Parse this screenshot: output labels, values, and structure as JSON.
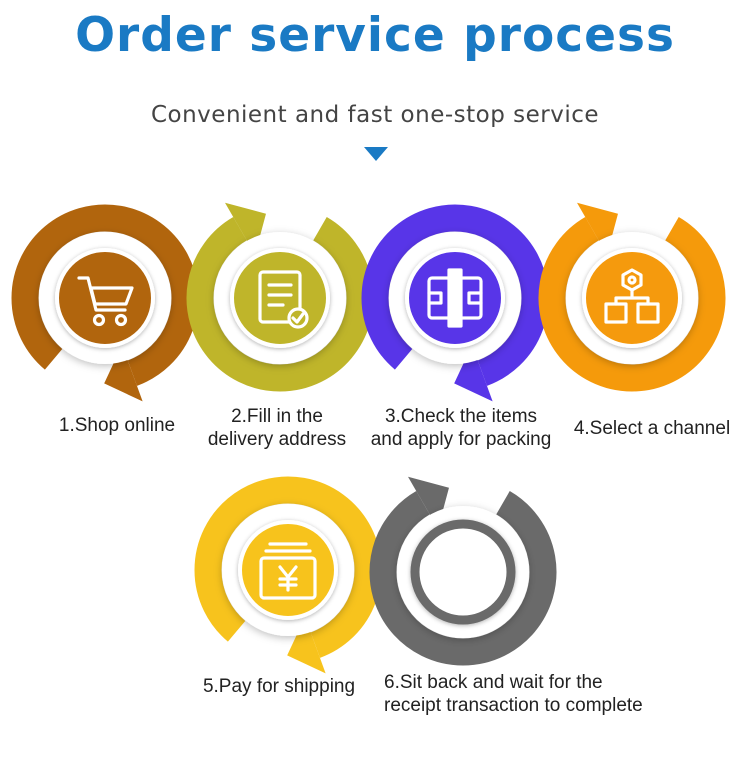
{
  "title": "Order service process",
  "subtitle": "Convenient and fast one-stop service",
  "steps": [
    {
      "label_lines": [
        "1.Shop online"
      ],
      "icon": "shopping-cart-icon",
      "color": "#b1650d"
    },
    {
      "label_lines": [
        "2.Fill in the",
        "delivery address"
      ],
      "icon": "form-document-icon",
      "color": "#bfb52a"
    },
    {
      "label_lines": [
        "3.Check the items",
        "and apply for packing"
      ],
      "icon": "package-check-icon",
      "color": "#5835e8"
    },
    {
      "label_lines": [
        "4.Select a channel"
      ],
      "icon": "channel-hierarchy-icon",
      "color": "#f59a0b"
    },
    {
      "label_lines": [
        "5.Pay for shipping"
      ],
      "icon": "yuan-payment-icon",
      "color": "#f7c31d"
    },
    {
      "label_lines": [
        "6.Sit back and wait for the",
        "receipt transaction to complete"
      ],
      "icon": "empty-circle-icon",
      "color": "#6a6a6a"
    }
  ],
  "colors": {
    "accent": "#1a7ac4"
  }
}
